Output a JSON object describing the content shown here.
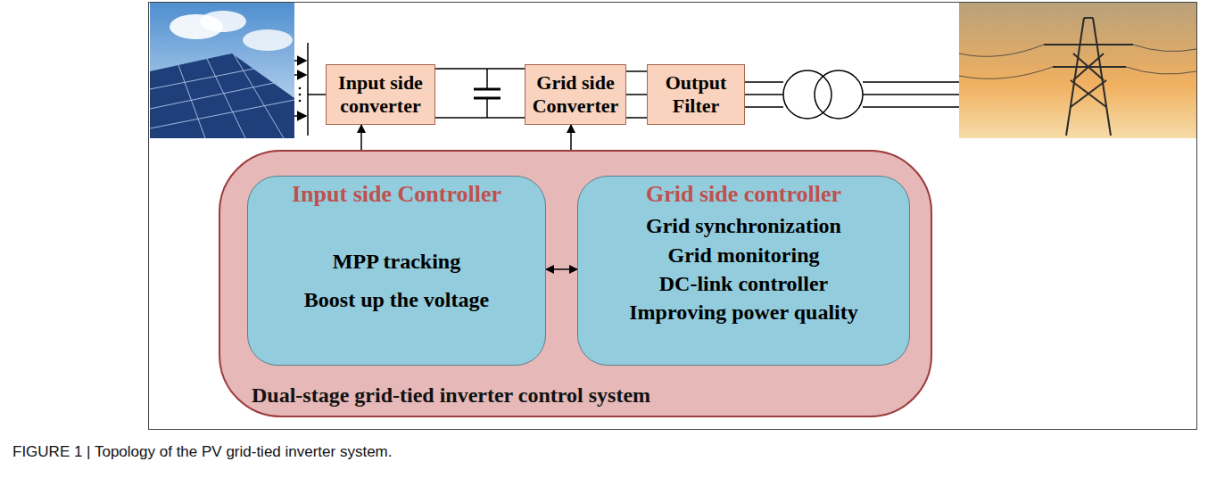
{
  "diagram": {
    "caption": "FIGURE 1 | Topology of the PV grid-tied inverter system.",
    "nodes": [
      {
        "text": [
          "Input side converter"
        ]
      },
      {
        "text": [
          "Grid side Converter"
        ]
      },
      {
        "text": [
          "Output Filter"
        ]
      },
      {
        "text": [
          "Dual-stage grid-tied inverter control system"
        ]
      },
      {
        "text": [
          "Input side Controller",
          "MPP tracking",
          "Boost up the voltage"
        ],
        "in": 3
      },
      {
        "text": [
          "Grid side controller",
          "Grid synchronization",
          "Grid monitoring",
          "DC-link controller",
          "Improving power quality"
        ],
        "in": 3
      }
    ],
    "edges": [
      {
        "from": 0,
        "to": 1,
        "arrow": "none"
      },
      {
        "from": 1,
        "to": 2,
        "arrow": "none"
      },
      {
        "from": 3,
        "to": 0,
        "arrow": "to"
      },
      {
        "from": 3,
        "to": 1,
        "arrow": "to"
      },
      {
        "from": 4,
        "to": 5,
        "arrow": "both"
      }
    ]
  }
}
